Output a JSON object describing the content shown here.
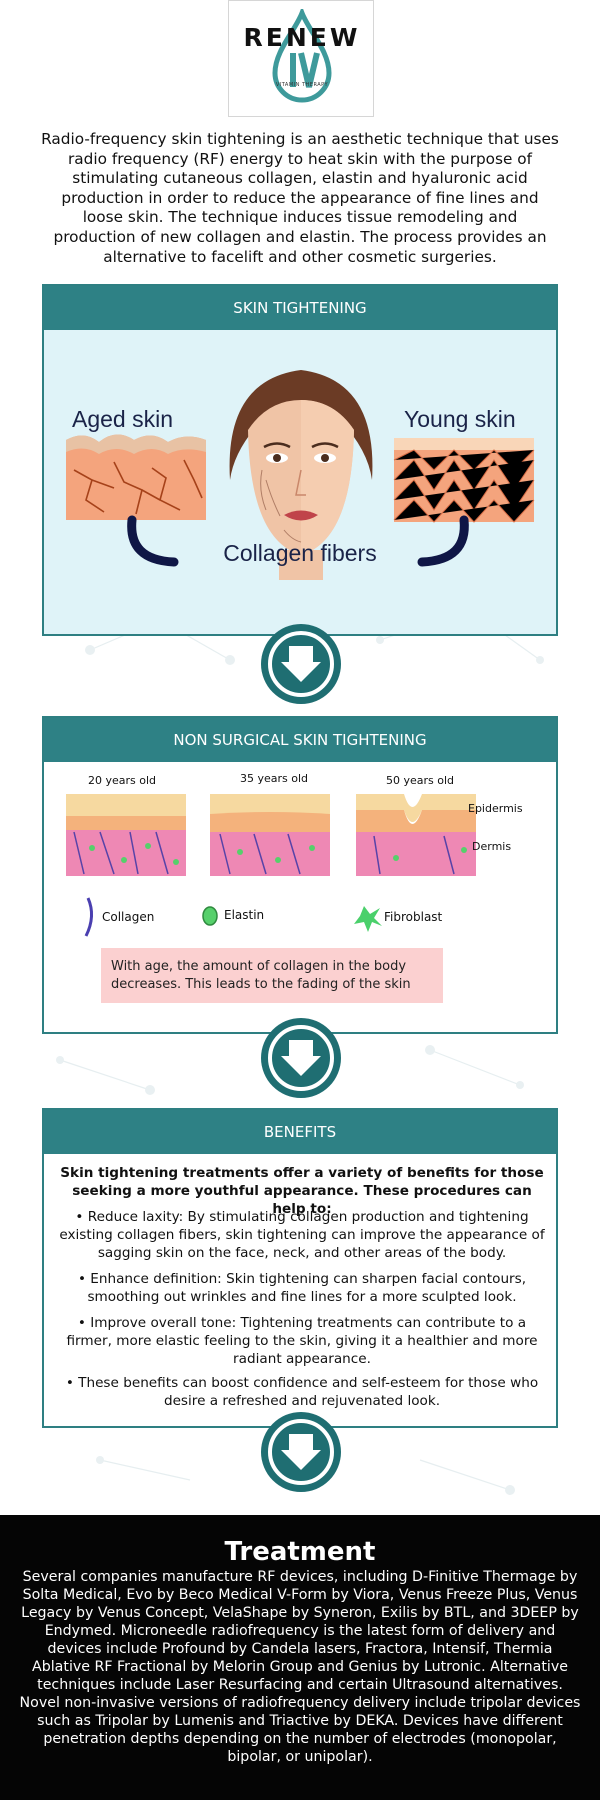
{
  "logo": {
    "word": "RENEW",
    "mark": "IV",
    "sub": "VITAMIN THERAPY"
  },
  "intro": "Radio-frequency skin tightening is an aesthetic technique that uses radio frequency (RF) energy to heat skin with the purpose of stimulating cutaneous collagen, elastin and hyaluronic acid production in order to reduce the appearance of fine lines and loose skin. The technique induces tissue remodeling and production of new collagen and elastin. The process provides an alternative to facelift and other cosmetic surgeries.",
  "section1": {
    "title": "SKIN TIGHTENING",
    "aged_label": "Aged skin",
    "young_label": "Young skin",
    "collagen_label": "Collagen fibers"
  },
  "section2": {
    "title": "NON SURGICAL SKIN TIGHTENING",
    "ages": [
      "20 years old",
      "35 years old",
      "50 years old"
    ],
    "layers": {
      "epidermis": "Epidermis",
      "dermis": "Dermis"
    },
    "legend": {
      "collagen": "Collagen",
      "elastin": "Elastin",
      "fibroblast": "Fibroblast"
    },
    "note": "With age, the amount of collagen in the body decreases. This leads to the fading of the skin"
  },
  "section3": {
    "title": "BENEFITS",
    "lead": "Skin tightening treatments offer a variety of benefits for those seeking a more youthful appearance. These procedures can help to:",
    "items": [
      "• Reduce laxity: By stimulating collagen production and tightening existing collagen fibers, skin tightening can improve the appearance of sagging skin on the face, neck, and other areas of the body.",
      "• Enhance definition: Skin tightening can sharpen facial contours, smoothing out wrinkles and fine lines for a more sculpted look.",
      "• Improve overall tone: Tightening treatments can contribute to a firmer, more elastic feeling to the skin, giving it a healthier and more radiant appearance.",
      "• These benefits can boost confidence and self-esteem for those who desire a refreshed and rejuvenated look."
    ]
  },
  "treatment": {
    "title": "Treatment",
    "body": "Several companies manufacture RF devices, including D-Finitive Thermage by Solta Medical, Evo by Beco Medical V-Form by Viora, Venus Freeze Plus, Venus Legacy by Venus Concept, VelaShape by Syneron, Exilis by BTL, and 3DEEP by Endymed. Microneedle radiofrequency is the latest form of delivery and devices include Profound by Candela lasers, Fractora, Intensif, Thermia Ablative RF Fractional by Melorin Group and Genius by Lutronic. Alternative techniques include Laser Resurfacing and certain Ultrasound alternatives. Novel non-invasive versions of radiofrequency delivery include tripolar devices such as Tripolar by Lumenis and Triactive by DEKA. Devices have different penetration depths depending on the number of electrodes (monopolar, bipolar, or unipolar)."
  },
  "colors": {
    "teal": "#2e8185",
    "light_blue": "#dff3f8",
    "note_pink": "#fbd0d0",
    "dark_navy": "#0f1646"
  },
  "icons": [
    "down-arrow-icon",
    "collagen-fiber-icon",
    "elastin-icon",
    "fibroblast-icon"
  ]
}
